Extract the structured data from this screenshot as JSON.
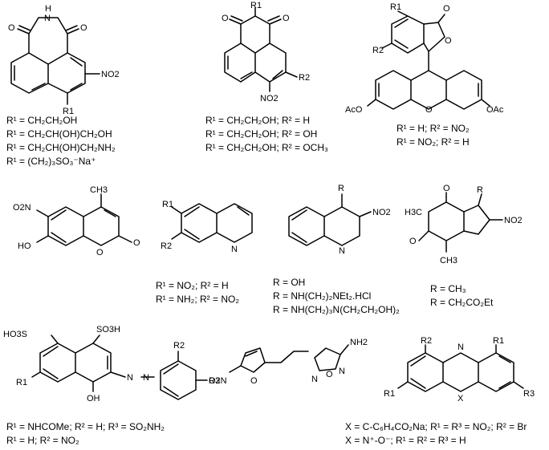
{
  "atoms": {
    "H": "H",
    "N": "N",
    "O": "O",
    "NO2": "NO2",
    "R": "R",
    "R1": "R1",
    "R2": "R2",
    "R3": "R3",
    "AcO": "AcO",
    "OAc": "OAc",
    "CH3": "CH3",
    "HO": "HO",
    "OH": "OH",
    "H3C": "H3C",
    "SO3H": "SO3H",
    "HO3S": "HO3S",
    "NH2": "NH2",
    "X": "X",
    "O2N": "O2N"
  },
  "captions": {
    "c1": [
      "R¹ = CH₂CH₂OH",
      "R¹ = CH₂CH(OH)CH₂OH",
      "R¹ = CH₂CH(OH)CH₂NH₂",
      "R¹ = (CH₂)₃SO₃⁻Na⁺"
    ],
    "c2": [
      "R¹ = CH₂CH₂OH; R² = H",
      "R¹ = CH₂CH₂OH; R² = OH",
      "R¹ = CH₂CH₂OH; R² = OCH₃"
    ],
    "c3": [
      "R¹ = H; R² = NO₂",
      "R¹ = NO₂; R² = H"
    ],
    "c5": [
      "R¹ = NO₂; R² = H",
      "R¹ = NH₂; R² = NO₂"
    ],
    "c6": [
      "R = OH",
      "R = NH(CH₂)₂NEt₂.HCl",
      "R = NH(CH₂)₃N(CH₂CH₂OH)₂"
    ],
    "c7": [
      "R = CH₃",
      "R = CH₂CO₂Et"
    ],
    "c8": [
      "R¹ = NHCOMe; R² = H; R³ = SO₂NH₂",
      "R¹ = H; R² = NO₂"
    ],
    "c10": [
      "X = C-C₆H₄CO₂Na; R¹ = R³ = NO₂; R² = Br",
      "X = N⁺-O⁻; R¹ = R² = R³ = H"
    ]
  }
}
